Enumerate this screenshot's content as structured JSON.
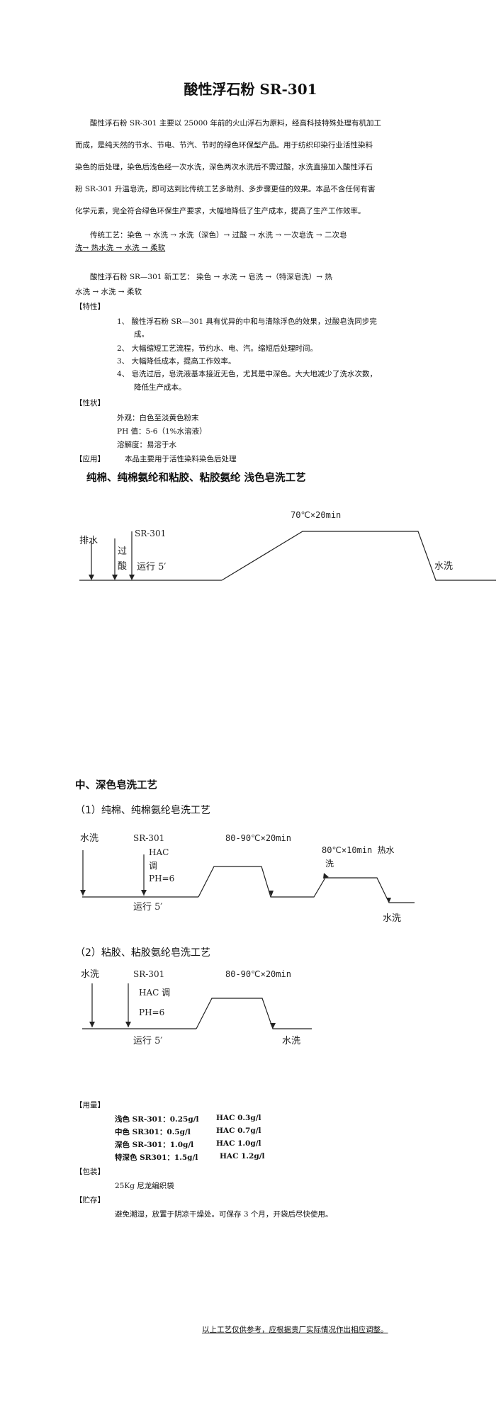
{
  "title": "酸性浮石粉 SR-301",
  "intro_lines": [
    "酸性浮石粉 SR-301 主要以 25000 年前的火山浮石为原料，经高科技特殊处理有机加工",
    "而成，是纯天然的节水、节电、节汽、节时的绿色环保型产品。用于纺织印染行业活性染料",
    "染色的后处理，染色后浅色经一次水洗，深色两次水洗后不需过酸，水洗直接加入酸性浮石",
    "粉 SR-301 升温皂洗，即可达到比传统工艺多助剂、多步骤更佳的效果。本品不含任何有害",
    "化学元素，完全符合绿色环保生产要求，大幅地降低了生产成本，提高了生产工作效率。"
  ],
  "traditional": {
    "line1": "传统工艺：染色 → 水洗 → 水洗（深色）→ 过酸 → 水洗 → 一次皂洗 → 二次皂",
    "line2": "洗→ 热水洗 → 水洗 → 柔软"
  },
  "new_process": {
    "line1": "酸性浮石粉 SR—301 新工艺：  染色 →   水洗 →    皂洗 →（特深皂洗）→   热",
    "line2": "水洗 →  水洗 →  柔软"
  },
  "features": {
    "label": "【特性】",
    "items": [
      "1、 酸性浮石粉 SR—301 具有优异的中和与清除浮色的效果，过酸皂洗同步完",
      "成。",
      "2、 大幅缩短工艺流程，节约水、电、汽。缩短后处理时间。",
      "3、 大幅降低成本，提高工作效率。",
      "4、 皂洗过后，皂洗液基本接近无色，尤其是中深色。大大地减少了洗水次数，",
      "降低生产成本。"
    ]
  },
  "properties": {
    "label": "【性状】",
    "appearance": "外观：白色至淡黄色粉末",
    "ph": "PH 值：5-6（1%水溶液）",
    "solubility": "溶解度：易溶于水"
  },
  "application": {
    "label": "【应用】",
    "text": "本品主要用于活性染料染色后处理"
  },
  "light_heading": "纯棉、纯棉氨纶和粘胶、粘胶氨纶  浅色皂洗工艺",
  "diagram_light": {
    "drain": "排水",
    "acid_top": "过",
    "acid_bottom": "酸",
    "product": "SR-301",
    "run": "运行 5′",
    "temp": "70℃×20min",
    "wash": "水洗"
  },
  "medium_heading": "中、深色皂洗工艺",
  "sub1_heading": "（1）纯棉、纯棉氨纶皂洗工艺",
  "diagram_cotton": {
    "wash_start": "水洗",
    "product": "SR-301",
    "hac1": "HAC",
    "hac2": "调",
    "ph": "PH=6",
    "run": "运行 5′",
    "temp1": "80-90℃×20min",
    "temp2a": "80℃×10min 热水",
    "temp2b": "洗",
    "wash_end": "水洗"
  },
  "sub2_heading": "（2）粘胶、粘胶氨纶皂洗工艺",
  "diagram_viscose": {
    "wash_start": "水洗",
    "product": "SR-301",
    "hac": "HAC 调",
    "ph": "PH=6",
    "run": "运行 5′",
    "temp": "80-90℃×20min",
    "wash_end": "水洗"
  },
  "dosage": {
    "label": "【用量】",
    "rows": [
      {
        "name": "浅色 SR-301：0.25g/l",
        "hac": "HAC   0.3g/l"
      },
      {
        "name": "中色 SR301：0.5g/l",
        "hac": "HAC   0.7g/l"
      },
      {
        "name": "深色 SR-301：1.0g/l",
        "hac": "HAC   1.0g/l"
      },
      {
        "name": "特深色 SR301：1.5g/l",
        "hac": "HAC   1.2g/l"
      }
    ]
  },
  "packing": {
    "label": "【包装】",
    "text": "25Kg 尼龙编织袋"
  },
  "storage": {
    "label": "【贮存】",
    "text": "避免潮湿，放置于阴凉干燥处。可保存 3 个月，开袋后尽快使用。"
  },
  "footer": "以上工艺仅供参考，应根据贵厂实际情况作出相应调整。"
}
